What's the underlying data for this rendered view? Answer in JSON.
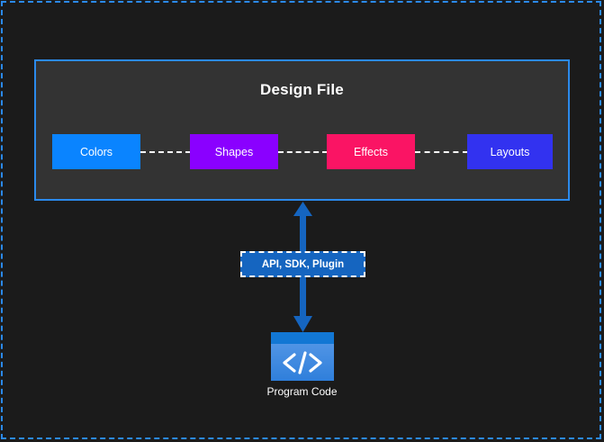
{
  "canvas": {
    "background_color": "#1b1b1b",
    "selection_border_color": "#2b8aec"
  },
  "design_file": {
    "title": "Design File",
    "panel_color": "#333333",
    "border_color": "#2b8aec",
    "attributes": [
      {
        "label": "Colors",
        "color": "#0a84ff"
      },
      {
        "label": "Shapes",
        "color": "#8a00ff"
      },
      {
        "label": "Effects",
        "color": "#fa1464"
      },
      {
        "label": "Layouts",
        "color": "#3232f0"
      }
    ],
    "connector_style": "dashed",
    "connector_color": "#ffffff"
  },
  "bridge": {
    "label": "API, SDK, Plugin",
    "fill_color": "#1565c0",
    "border_color": "#ffffff",
    "arrow_color": "#1565c0",
    "arrow_direction": "bidirectional"
  },
  "program_code": {
    "label": "Program Code",
    "icon_name": "code-brackets-icon",
    "icon_glyph": "</>",
    "icon_titlebar_color": "#1277d4",
    "icon_body_color": "#4a8fe2"
  }
}
